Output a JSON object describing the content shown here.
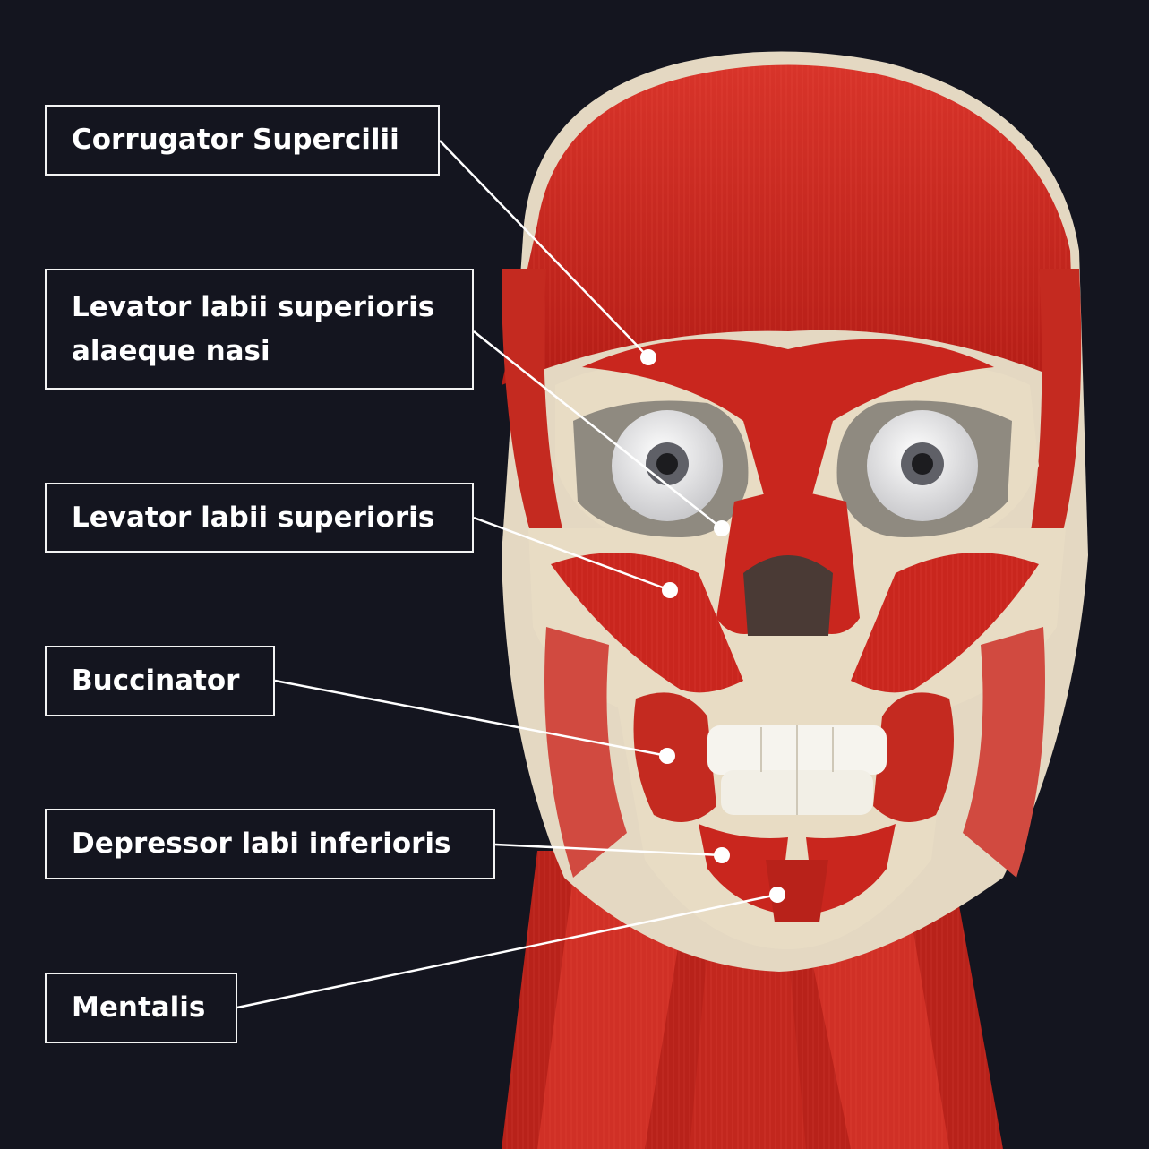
{
  "image": {
    "subject": "anterior-head-facial-muscles",
    "colors": {
      "background": "#14151f",
      "muscle": "#c8241c",
      "muscle_dark": "#8e1510",
      "bone": "#e8dcc4",
      "tooth": "#f6f4ee",
      "eye": "#e9e9ea",
      "pupil": "#2b2b2e",
      "label_border": "#f3f3f3",
      "leader_line": "#ffffff"
    }
  },
  "labels": [
    {
      "text": "Corrugator Supercilii",
      "icon": "marker-dot"
    },
    {
      "text": "Levator labii superioris\nalaeque nasi",
      "icon": "marker-dot"
    },
    {
      "text": "Levator labii superioris",
      "icon": "marker-dot"
    },
    {
      "text": "Buccinator",
      "icon": "marker-dot"
    },
    {
      "text": "Depressor labi inferioris",
      "icon": "marker-dot"
    },
    {
      "text": "Mentalis",
      "icon": "marker-dot"
    }
  ]
}
